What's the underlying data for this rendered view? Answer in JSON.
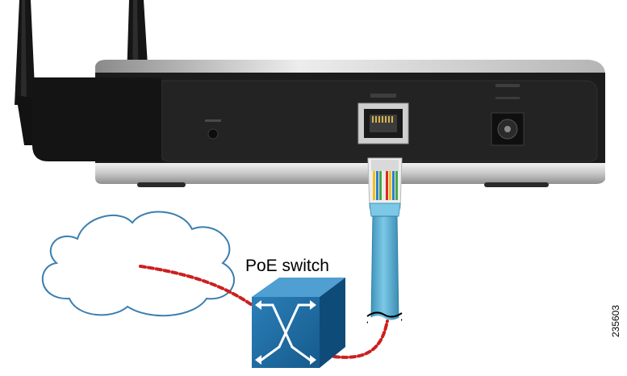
{
  "labels": {
    "switch": "PoE switch",
    "figure_id": "235603"
  },
  "colors": {
    "router_body": "#1c1c1c",
    "router_trim": "#d8d8d8",
    "cable": "#5cb2d4",
    "link_dashes": "#cc1f1f",
    "switch_face": "#1d6aa0",
    "cloud_outline": "#3a7fb0"
  },
  "icons": [
    "antenna",
    "router",
    "ethernet-port",
    "power-jack",
    "rj45-plug",
    "cloud",
    "switch"
  ]
}
